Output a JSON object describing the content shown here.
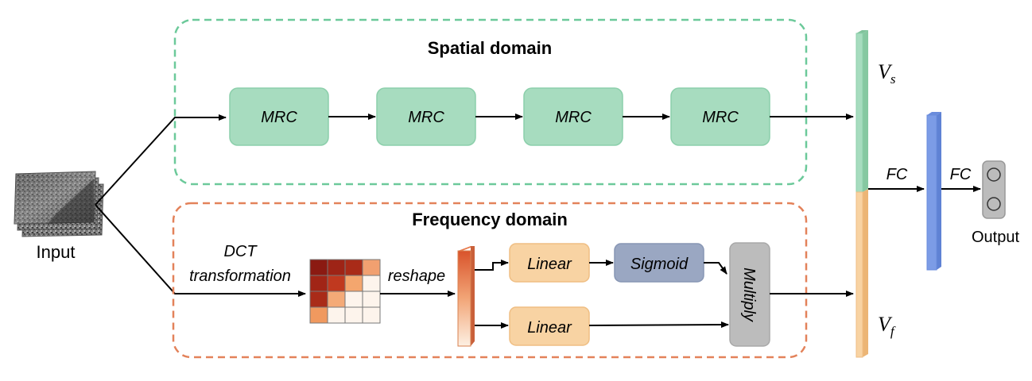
{
  "input": {
    "label": "Input"
  },
  "spatial": {
    "title": "Spatial domain",
    "blocks": [
      "MRC",
      "MRC",
      "MRC",
      "MRC"
    ]
  },
  "frequency": {
    "title": "Frequency domain",
    "dct_label_line1": "DCT",
    "dct_label_line2": "transformation",
    "reshape_label": "reshape",
    "linear_top": "Linear",
    "linear_bottom": "Linear",
    "sigmoid": "Sigmoid",
    "multiply": "Multiply"
  },
  "features": {
    "vs_base": "V",
    "vs_sub": "s",
    "vf_base": "V",
    "vf_sub": "f"
  },
  "fc": {
    "label1": "FC",
    "label2": "FC"
  },
  "output": {
    "label": "Output"
  },
  "colors": {
    "spatial_border": "#6cc99a",
    "frequency_border": "#e3825a",
    "mrc_fill": "#a7dcbf",
    "linear_fill": "#f8d3a3",
    "sigmoid_fill": "#9aa7c2",
    "multiply_fill": "#bcbcbc",
    "fc_bar": "#7c9ce6"
  }
}
